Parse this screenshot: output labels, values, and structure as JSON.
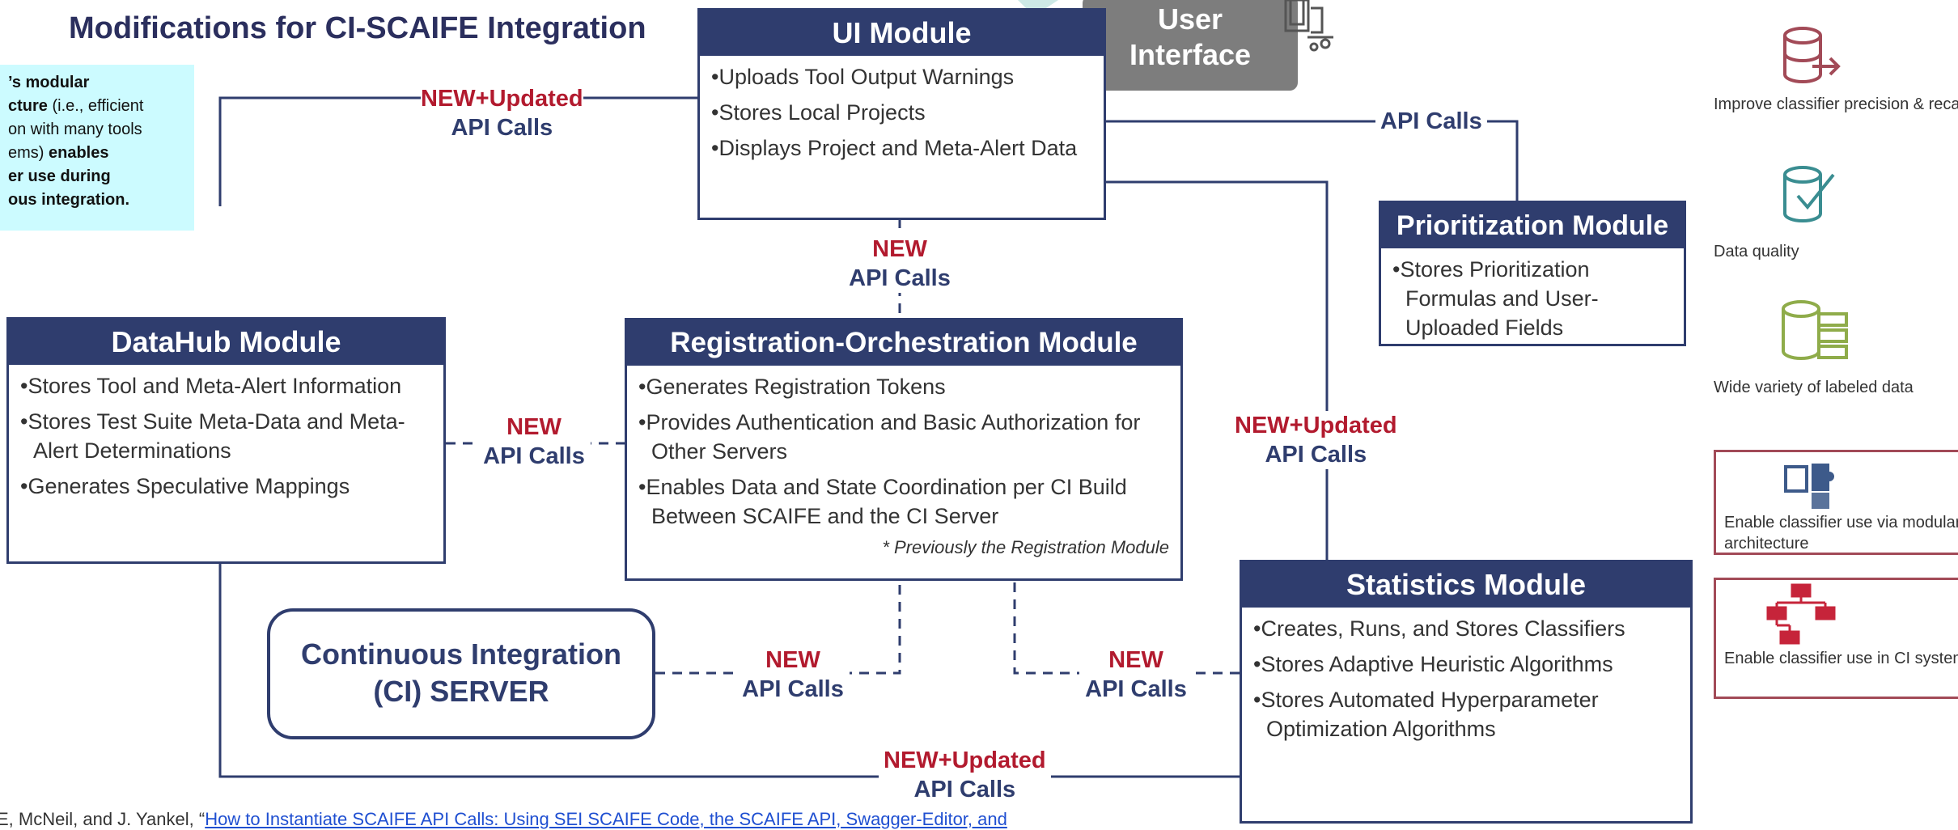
{
  "title": "Modifications for CI-SCAIFE Integration",
  "note": {
    "line1": "’s modular",
    "line2": "cture",
    "line2b": " (i.e., efficient",
    "line3": "on with many tools",
    "line4a": "ems) ",
    "line4b": "enables",
    "line5": "er use during",
    "line6": "ous integration."
  },
  "user_interface": {
    "line1": "User",
    "line2": "Interface"
  },
  "modules": {
    "ui": {
      "title": "UI Module",
      "items": [
        "Uploads Tool Output Warnings",
        "Stores Local Projects",
        "Displays Project and Meta-Alert Data"
      ]
    },
    "prioritization": {
      "title": "Prioritization Module",
      "items": [
        "Stores Prioritization Formulas and User-Uploaded Fields"
      ]
    },
    "datahub": {
      "title": "DataHub Module",
      "items": [
        "Stores Tool and Meta-Alert Information",
        "Stores Test Suite Meta-Data and Meta-Alert Determinations",
        "Generates Speculative Mappings"
      ]
    },
    "registration": {
      "title": "Registration-Orchestration Module",
      "items": [
        "Generates Registration Tokens",
        "Provides Authentication and Basic Authorization for Other Servers",
        "Enables Data and State Coordination per CI Build Between SCAIFE and the CI Server"
      ],
      "footnote": "* Previously the Registration Module"
    },
    "statistics": {
      "title": "Statistics Module",
      "items": [
        "Creates, Runs, and Stores Classifiers",
        "Stores Adaptive Heuristic Algorithms",
        "Stores Automated Hyperparameter Optimization Algorithms"
      ]
    }
  },
  "ci_server": {
    "line1": "Continuous Integration",
    "line2": "(CI) SERVER"
  },
  "labels": {
    "new_updated": "NEW+Updated",
    "new": "NEW",
    "api_calls": "API Calls"
  },
  "side_panel": [
    {
      "icon": "database-export-icon",
      "text": "Improve classifier precision & recall"
    },
    {
      "icon": "database-check-icon",
      "text": "Data quality"
    },
    {
      "icon": "database-table-icon",
      "text": "Wide variety of labeled data"
    },
    {
      "icon": "puzzle-icon",
      "text": "Enable classifier use via modular architecture"
    },
    {
      "icon": "flowchart-icon",
      "text": "Enable classifier use in CI systems"
    }
  ],
  "citation": {
    "prefix": "E, McNeil, and J. Yankel, “",
    "link": "How to Instantiate SCAIFE API Calls: Using SEI SCAIFE Code, the SCAIFE API, Swagger-Editor, and"
  },
  "colors": {
    "navy": "#2f3d6e",
    "red": "#b21a2e",
    "note_bg": "#ccfbff",
    "gray": "#7d7d7d"
  }
}
